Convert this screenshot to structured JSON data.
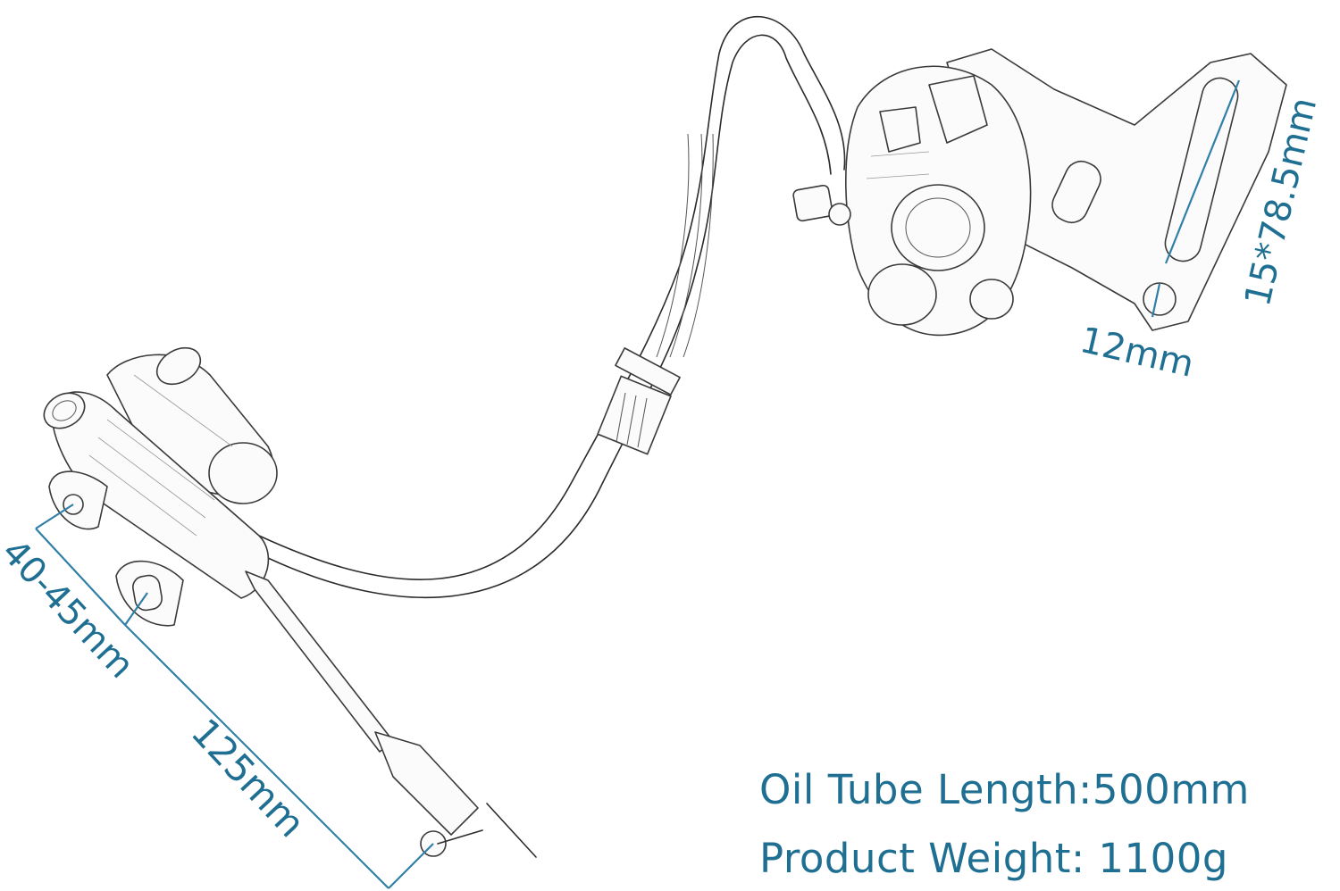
{
  "dimensions": {
    "slot_size": "15*78.5mm",
    "hole_diameter": "12mm",
    "mount_spacing": "40-45mm",
    "rod_length": "125mm"
  },
  "specs": {
    "oil_tube_length": "Oil Tube Length:500mm",
    "product_weight": "Product Weight: 1100g"
  },
  "colors": {
    "dimension_blue": "#2f7fa6",
    "text_blue": "#1f6f93",
    "sketch_ink": "#2b2b2b"
  }
}
